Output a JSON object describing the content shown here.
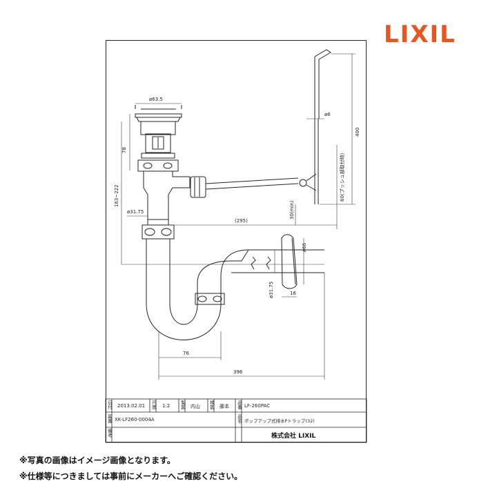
{
  "brand": {
    "logo_text": "LIXIL",
    "logo_color": "#e8551e"
  },
  "dimensions": {
    "top_diameter": "ø63.5",
    "rod_diameter": "ø6",
    "rod_length": "400",
    "height_78": "78",
    "height_range": "163~222",
    "stem_diameter": "ø31.75",
    "horizontal_295": "(295)",
    "min_30": "30(min)",
    "adjust_60": "60(プッシュ部取付時)",
    "pipe_diameter": "ø31.75",
    "flange_diameter": "ø66",
    "flange_width": "16",
    "width_76": "76",
    "width_396": "396"
  },
  "title_block": {
    "date_label": "日付",
    "date": "2013.02.01",
    "scale_label": "尺度",
    "scale": "1:2",
    "drawn_label": "製図",
    "drawn_by": "内山",
    "checked_label": "検図",
    "checked_by": "藤本",
    "product_label": "品番",
    "product_code": "LF-260PAC",
    "drawing_no_label": "図番",
    "drawing_no": "XK-LF260-0004A",
    "name_label": "品名",
    "product_name": "ポップアップ式排水Pトラップ(32)",
    "remarks_label": "備考",
    "company": "株式会社 LIXIL"
  },
  "notes": [
    "※写真の画像はイメージ画像となります。",
    "※仕様等につきましては事前にメーカーへご確認ください。"
  ]
}
